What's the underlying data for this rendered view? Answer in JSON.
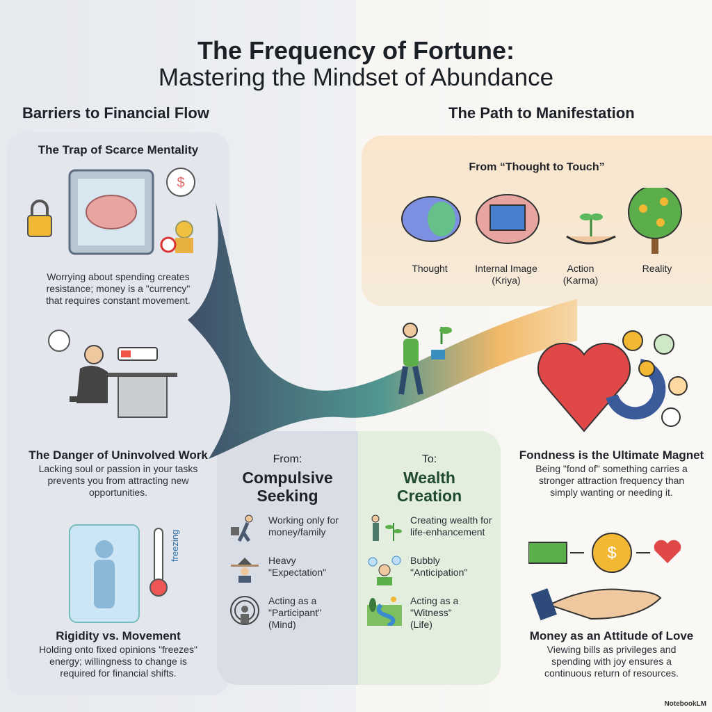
{
  "title": {
    "line1": "The Frequency of Fortune:",
    "line2": "Mastering the Mindset of Abundance"
  },
  "left": {
    "heading": "Barriers to Financial Flow",
    "items": [
      {
        "title": "The Trap of Scarce Mentality",
        "text": [
          "Worrying about spending creates",
          "resistance; money is a \"currency\"",
          "that requires constant movement."
        ]
      },
      {
        "title": "The Danger of Uninvolved Work",
        "text": [
          "Lacking soul or passion in your tasks",
          "prevents you from attracting new",
          "opportunities."
        ]
      },
      {
        "title": "Rigidity vs. Movement",
        "text": [
          "Holding onto fixed opinions \"freezes\"",
          "energy; willingness to change is",
          "required for financial shifts."
        ],
        "thermo_label": "freezing"
      }
    ]
  },
  "right": {
    "heading": "The Path to Manifestation",
    "path": {
      "subtitle": "From “Thought to Touch”",
      "steps": [
        {
          "l1": "Thought",
          "l2": ""
        },
        {
          "l1": "Internal Image",
          "l2": "(Kriya)"
        },
        {
          "l1": "Action",
          "l2": "(Karma)"
        },
        {
          "l1": "Reality",
          "l2": ""
        }
      ]
    },
    "items": [
      {
        "title": "Fondness is the Ultimate Magnet",
        "text": [
          "Being \"fond of\" something carries a",
          "stronger attraction frequency than",
          "simply wanting or needing it."
        ]
      },
      {
        "title": "Money as an Attitude of Love",
        "text": [
          "Viewing bills as privileges and",
          "spending with joy ensures a",
          "continuous return of resources."
        ]
      }
    ]
  },
  "compare": {
    "from": {
      "label": "From:",
      "title1": "Compulsive",
      "title2": "Seeking",
      "rows": [
        [
          "Working only for",
          "money/family",
          ""
        ],
        [
          "Heavy",
          "\"Expectation\"",
          ""
        ],
        [
          "Acting as a",
          "\"Participant\"",
          "(Mind)"
        ]
      ]
    },
    "to": {
      "label": "To:",
      "title1": "Wealth",
      "title2": "Creation",
      "rows": [
        [
          "Creating wealth for",
          "life-enhancement",
          ""
        ],
        [
          "Bubbly",
          "\"Anticipation\"",
          ""
        ],
        [
          "Acting as a",
          "\"Witness\"",
          "(Life)"
        ]
      ]
    }
  },
  "footer": {
    "brand": "NotebookLM"
  }
}
